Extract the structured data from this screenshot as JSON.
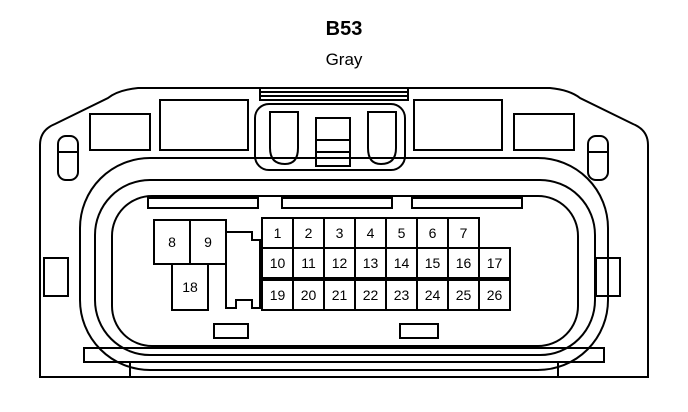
{
  "connector": {
    "code": "B53",
    "color": "Gray"
  },
  "terminals": [
    {
      "row": "left",
      "labels": [
        "8",
        "9",
        "18"
      ]
    },
    {
      "row": "top",
      "labels": [
        "1",
        "2",
        "3",
        "4",
        "5",
        "6",
        "7"
      ]
    },
    {
      "row": "middle",
      "labels": [
        "10",
        "11",
        "12",
        "13",
        "14",
        "15",
        "16",
        "17"
      ]
    },
    {
      "row": "bottom",
      "labels": [
        "19",
        "20",
        "21",
        "22",
        "23",
        "24",
        "25",
        "26"
      ]
    }
  ],
  "colors": {
    "line": "#000000",
    "background": "#ffffff"
  }
}
